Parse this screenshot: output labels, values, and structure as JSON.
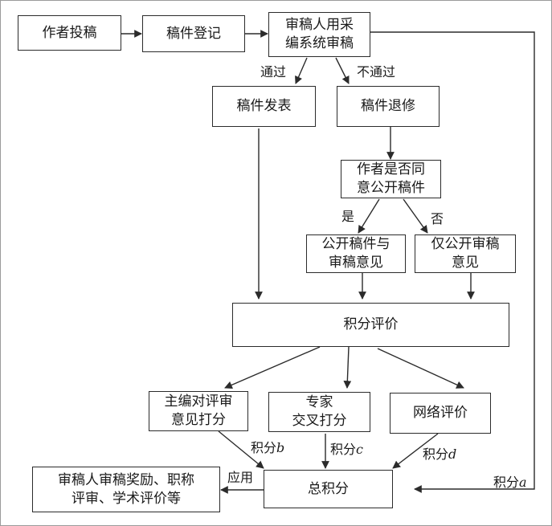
{
  "nodes": {
    "author_submit": "作者投稿",
    "register": "稿件登记",
    "review_line1": "审稿人用采",
    "review_line2": "编系统审稿",
    "publish": "稿件发表",
    "revise": "稿件退修",
    "agree_line1": "作者是否同",
    "agree_line2": "意公开稿件",
    "public_both_line1": "公开稿件与",
    "public_both_line2": "审稿意见",
    "public_only_line1": "仅公开审稿",
    "public_only_line2": "意见",
    "score_eval": "积分评价",
    "editor_line1": "主编对评审",
    "editor_line2": "意见打分",
    "expert_line1": "专家",
    "expert_line2": "交叉打分",
    "network": "网络评价",
    "total": "总积分",
    "reward_line1": "审稿人审稿奖励、职称",
    "reward_line2": "评审、学术评价等"
  },
  "edge_labels": {
    "pass": "通过",
    "fail": "不通过",
    "yes": "是",
    "no": "否",
    "apply": "应用",
    "score_prefix": "积分",
    "score_a": "a",
    "score_b": "b",
    "score_c": "c",
    "score_d": "d"
  }
}
